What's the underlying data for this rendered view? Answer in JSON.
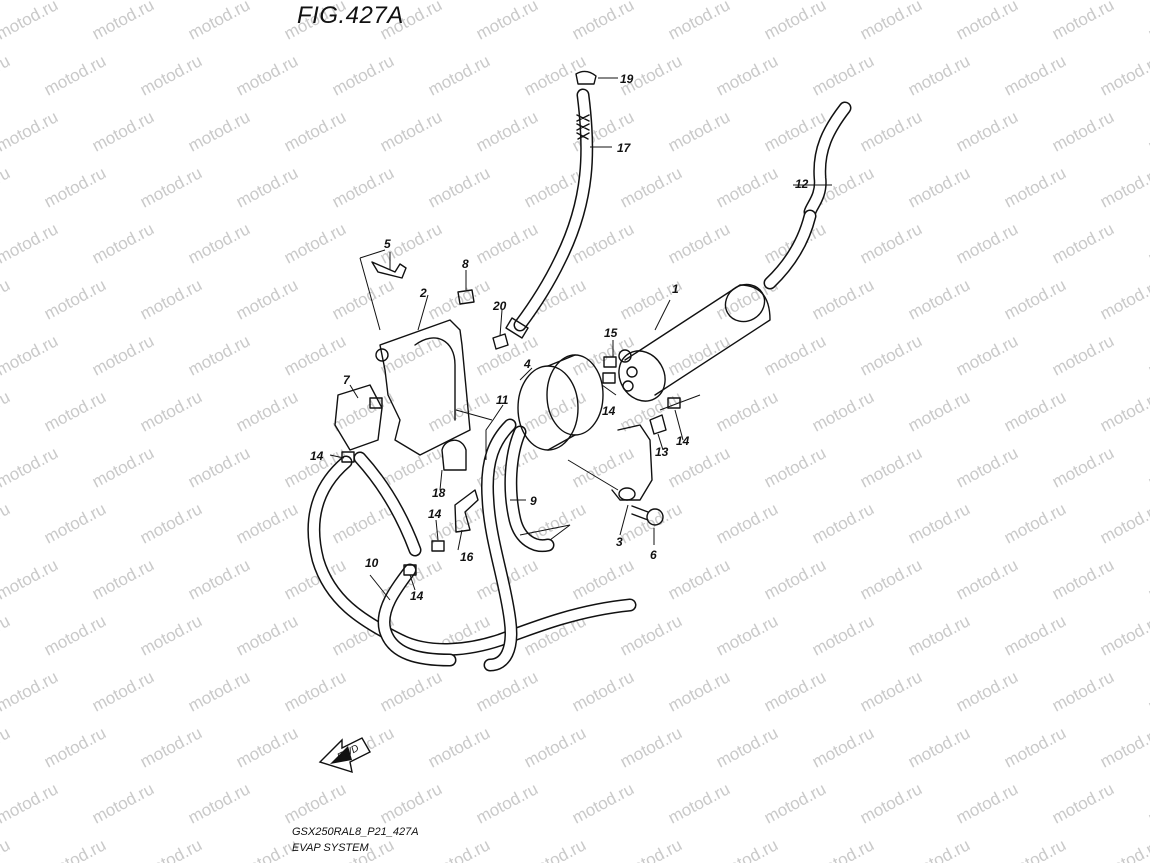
{
  "figure": {
    "title": "FIG.427A",
    "code": "GSX250RAL8_P21_427A",
    "name": "EVAP SYSTEM",
    "fwd_label": "FWD",
    "watermark": "motod.ru"
  },
  "callouts": {
    "c1": "1",
    "c2": "2",
    "c3": "3",
    "c4": "4",
    "c5": "5",
    "c6": "6",
    "c7": "7",
    "c8": "8",
    "c9": "9",
    "c10": "10",
    "c11": "11",
    "c12": "12",
    "c13": "13",
    "c14a": "14",
    "c14b": "14",
    "c14c": "14",
    "c14d": "14",
    "c14e": "14",
    "c15": "15",
    "c16": "16",
    "c17": "17",
    "c18": "18",
    "c19": "19",
    "c20": "20"
  },
  "colors": {
    "ink": "#111111",
    "watermark": "#c9c9c9",
    "background": "#ffffff"
  }
}
